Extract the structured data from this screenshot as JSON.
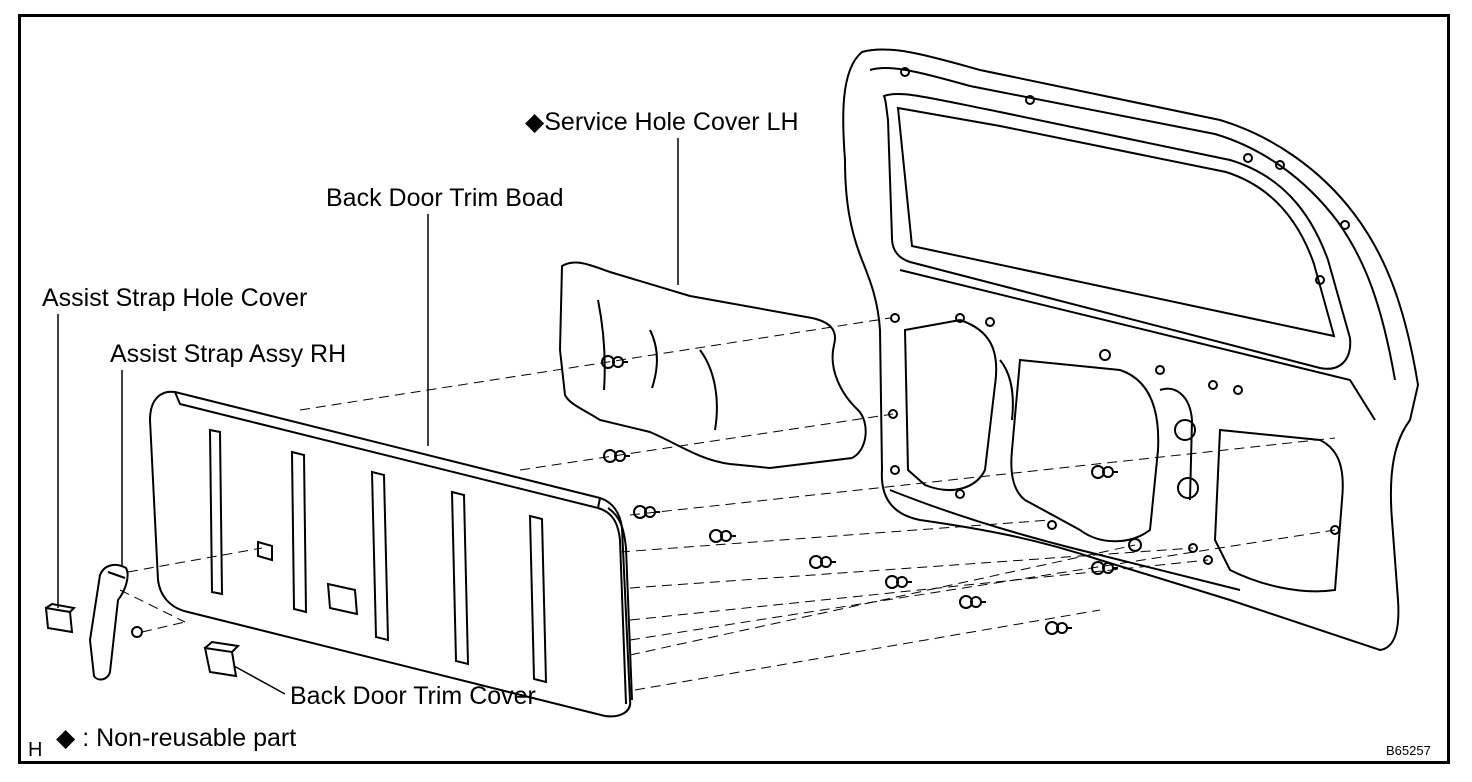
{
  "labels": {
    "service_hole_cover": "Service Hole Cover LH",
    "trim_board": "Back Door Trim Boad",
    "strap_hole_cover": "Assist Strap Hole Cover",
    "strap_assy": "Assist Strap Assy RH",
    "trim_cover": "Back Door Trim Cover"
  },
  "legend": {
    "symbol": "◆",
    "text": ": Non-reusable part"
  },
  "corner_letter": "H",
  "figure_code": "B65257",
  "colors": {
    "line": "#000000",
    "background": "#ffffff"
  }
}
